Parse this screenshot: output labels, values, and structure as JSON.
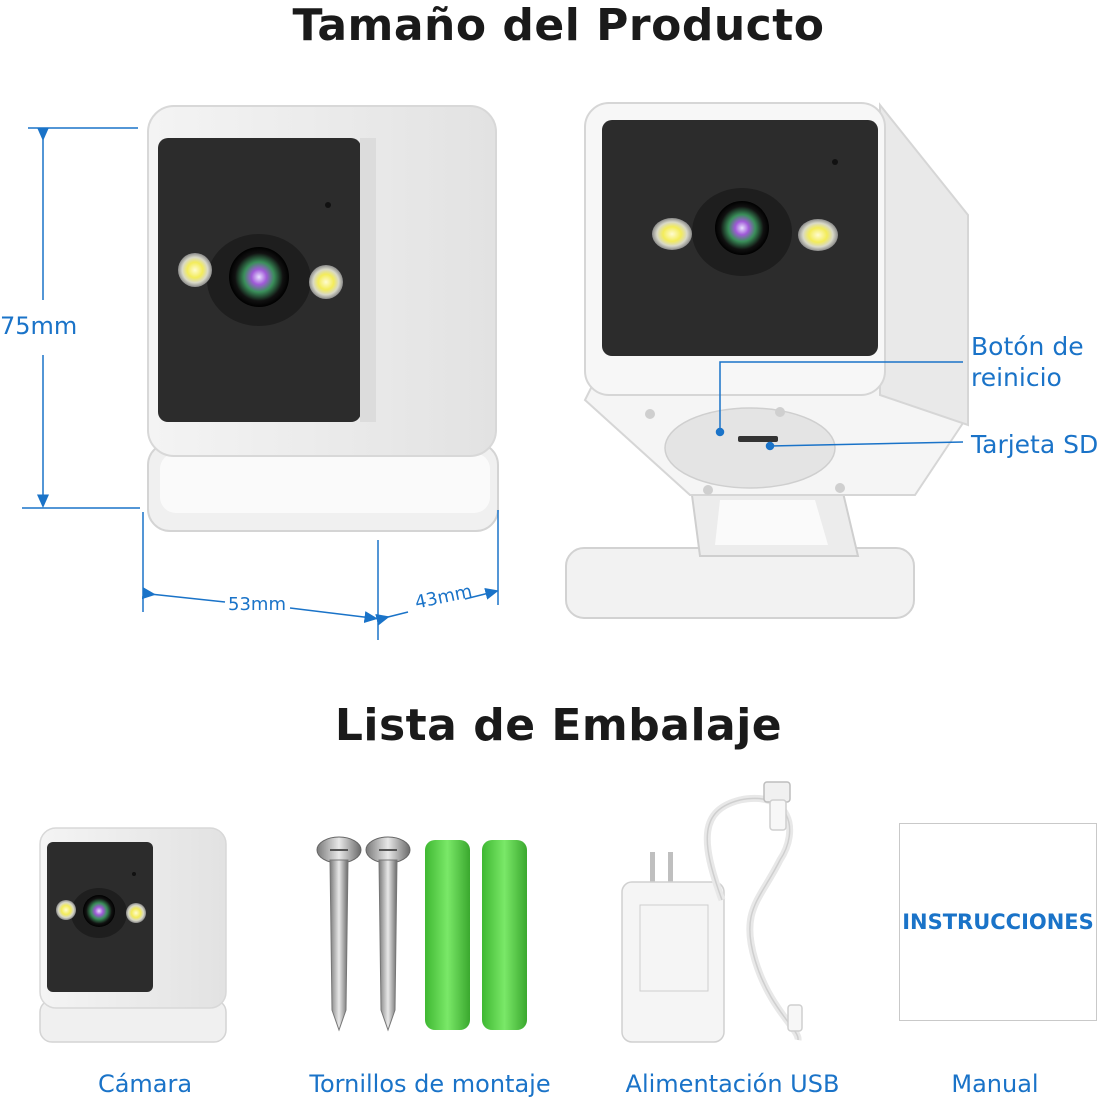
{
  "section_size": {
    "title": "Tamaño del Producto"
  },
  "dimensions": {
    "height": "75mm",
    "width": "53mm",
    "depth": "43mm"
  },
  "callouts": {
    "reset_line1": "Botón de",
    "reset_line2": "reinicio",
    "sd": "Tarjeta SD"
  },
  "section_pack": {
    "title": "Lista de Embalaje"
  },
  "items": [
    {
      "caption": "Cámara"
    },
    {
      "caption": "Tornillos de montaje"
    },
    {
      "caption": "Alimentación USB"
    },
    {
      "caption": "Manual"
    }
  ],
  "manual_label": "INSTRUCCIONES",
  "colors": {
    "accent": "#1a73c8",
    "title": "#1a1a1a",
    "anchor_green": "#5bd64a",
    "lens_panel": "#2c2c2c"
  }
}
